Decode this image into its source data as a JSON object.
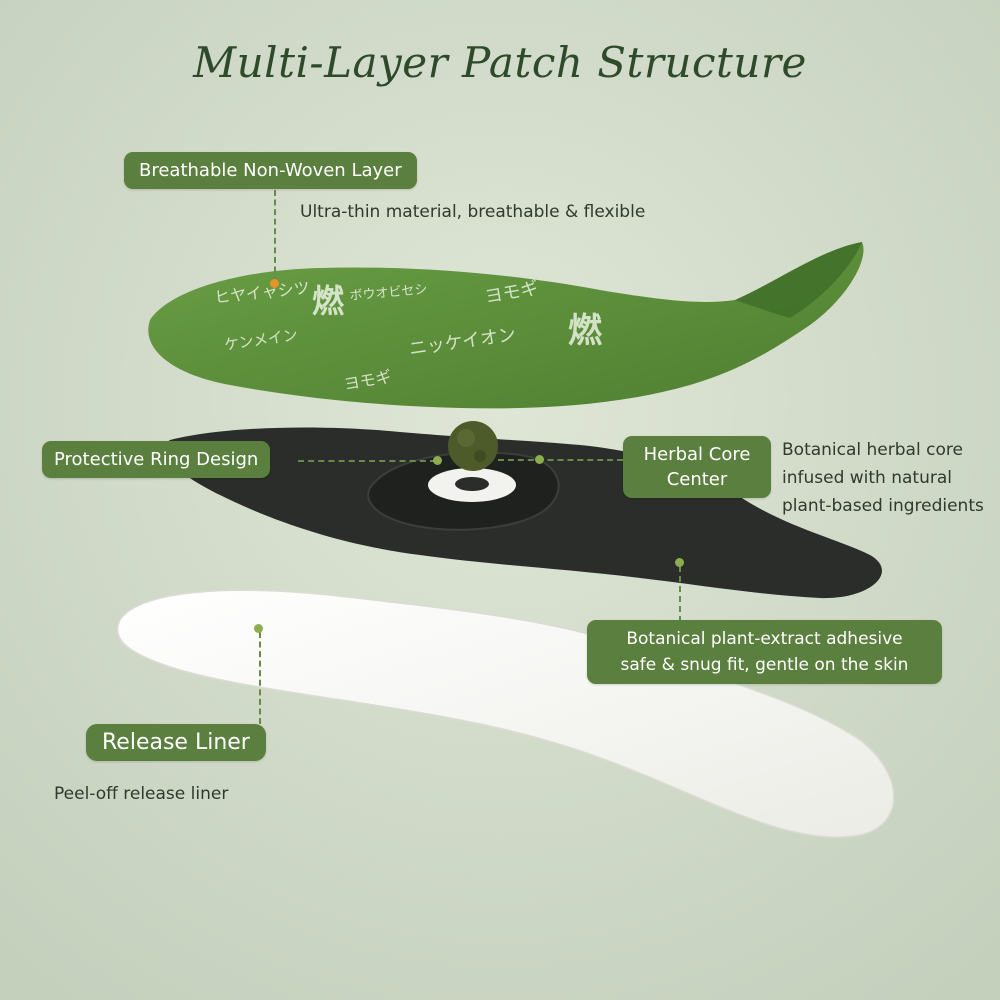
{
  "title": "Multi-Layer Patch Structure",
  "colors": {
    "background": "#d3dccb",
    "label_pill": "#5b7f3f",
    "green_layer": "#5c8e3c",
    "black_layer": "#2b2d2b",
    "release_liner": "#f6f6f2",
    "leader_line": "#6a8a4a"
  },
  "layers": [
    {
      "label": "Breathable Non-Woven Layer",
      "description": "Ultra-thin material, breathable & flexible"
    },
    {
      "label": "Protective Ring Design"
    },
    {
      "label_lines": [
        "Herbal Core",
        "Center"
      ],
      "description_lines": [
        "Botanical herbal core",
        "infused with natural",
        "plant-based ingredients"
      ]
    },
    {
      "label": "Botanical plant-extract adhesive",
      "label_line2": "safe & snug fit, gentle on the skin"
    },
    {
      "label": "Release Liner",
      "description": "Peel-off release liner"
    }
  ],
  "patch_pattern_text": [
    "ヒヤイャシツ",
    "ニッケイオン",
    "ヨモギ",
    "ケンメイン",
    "ボウオビセシ",
    "燃",
    "ヨモギ"
  ]
}
